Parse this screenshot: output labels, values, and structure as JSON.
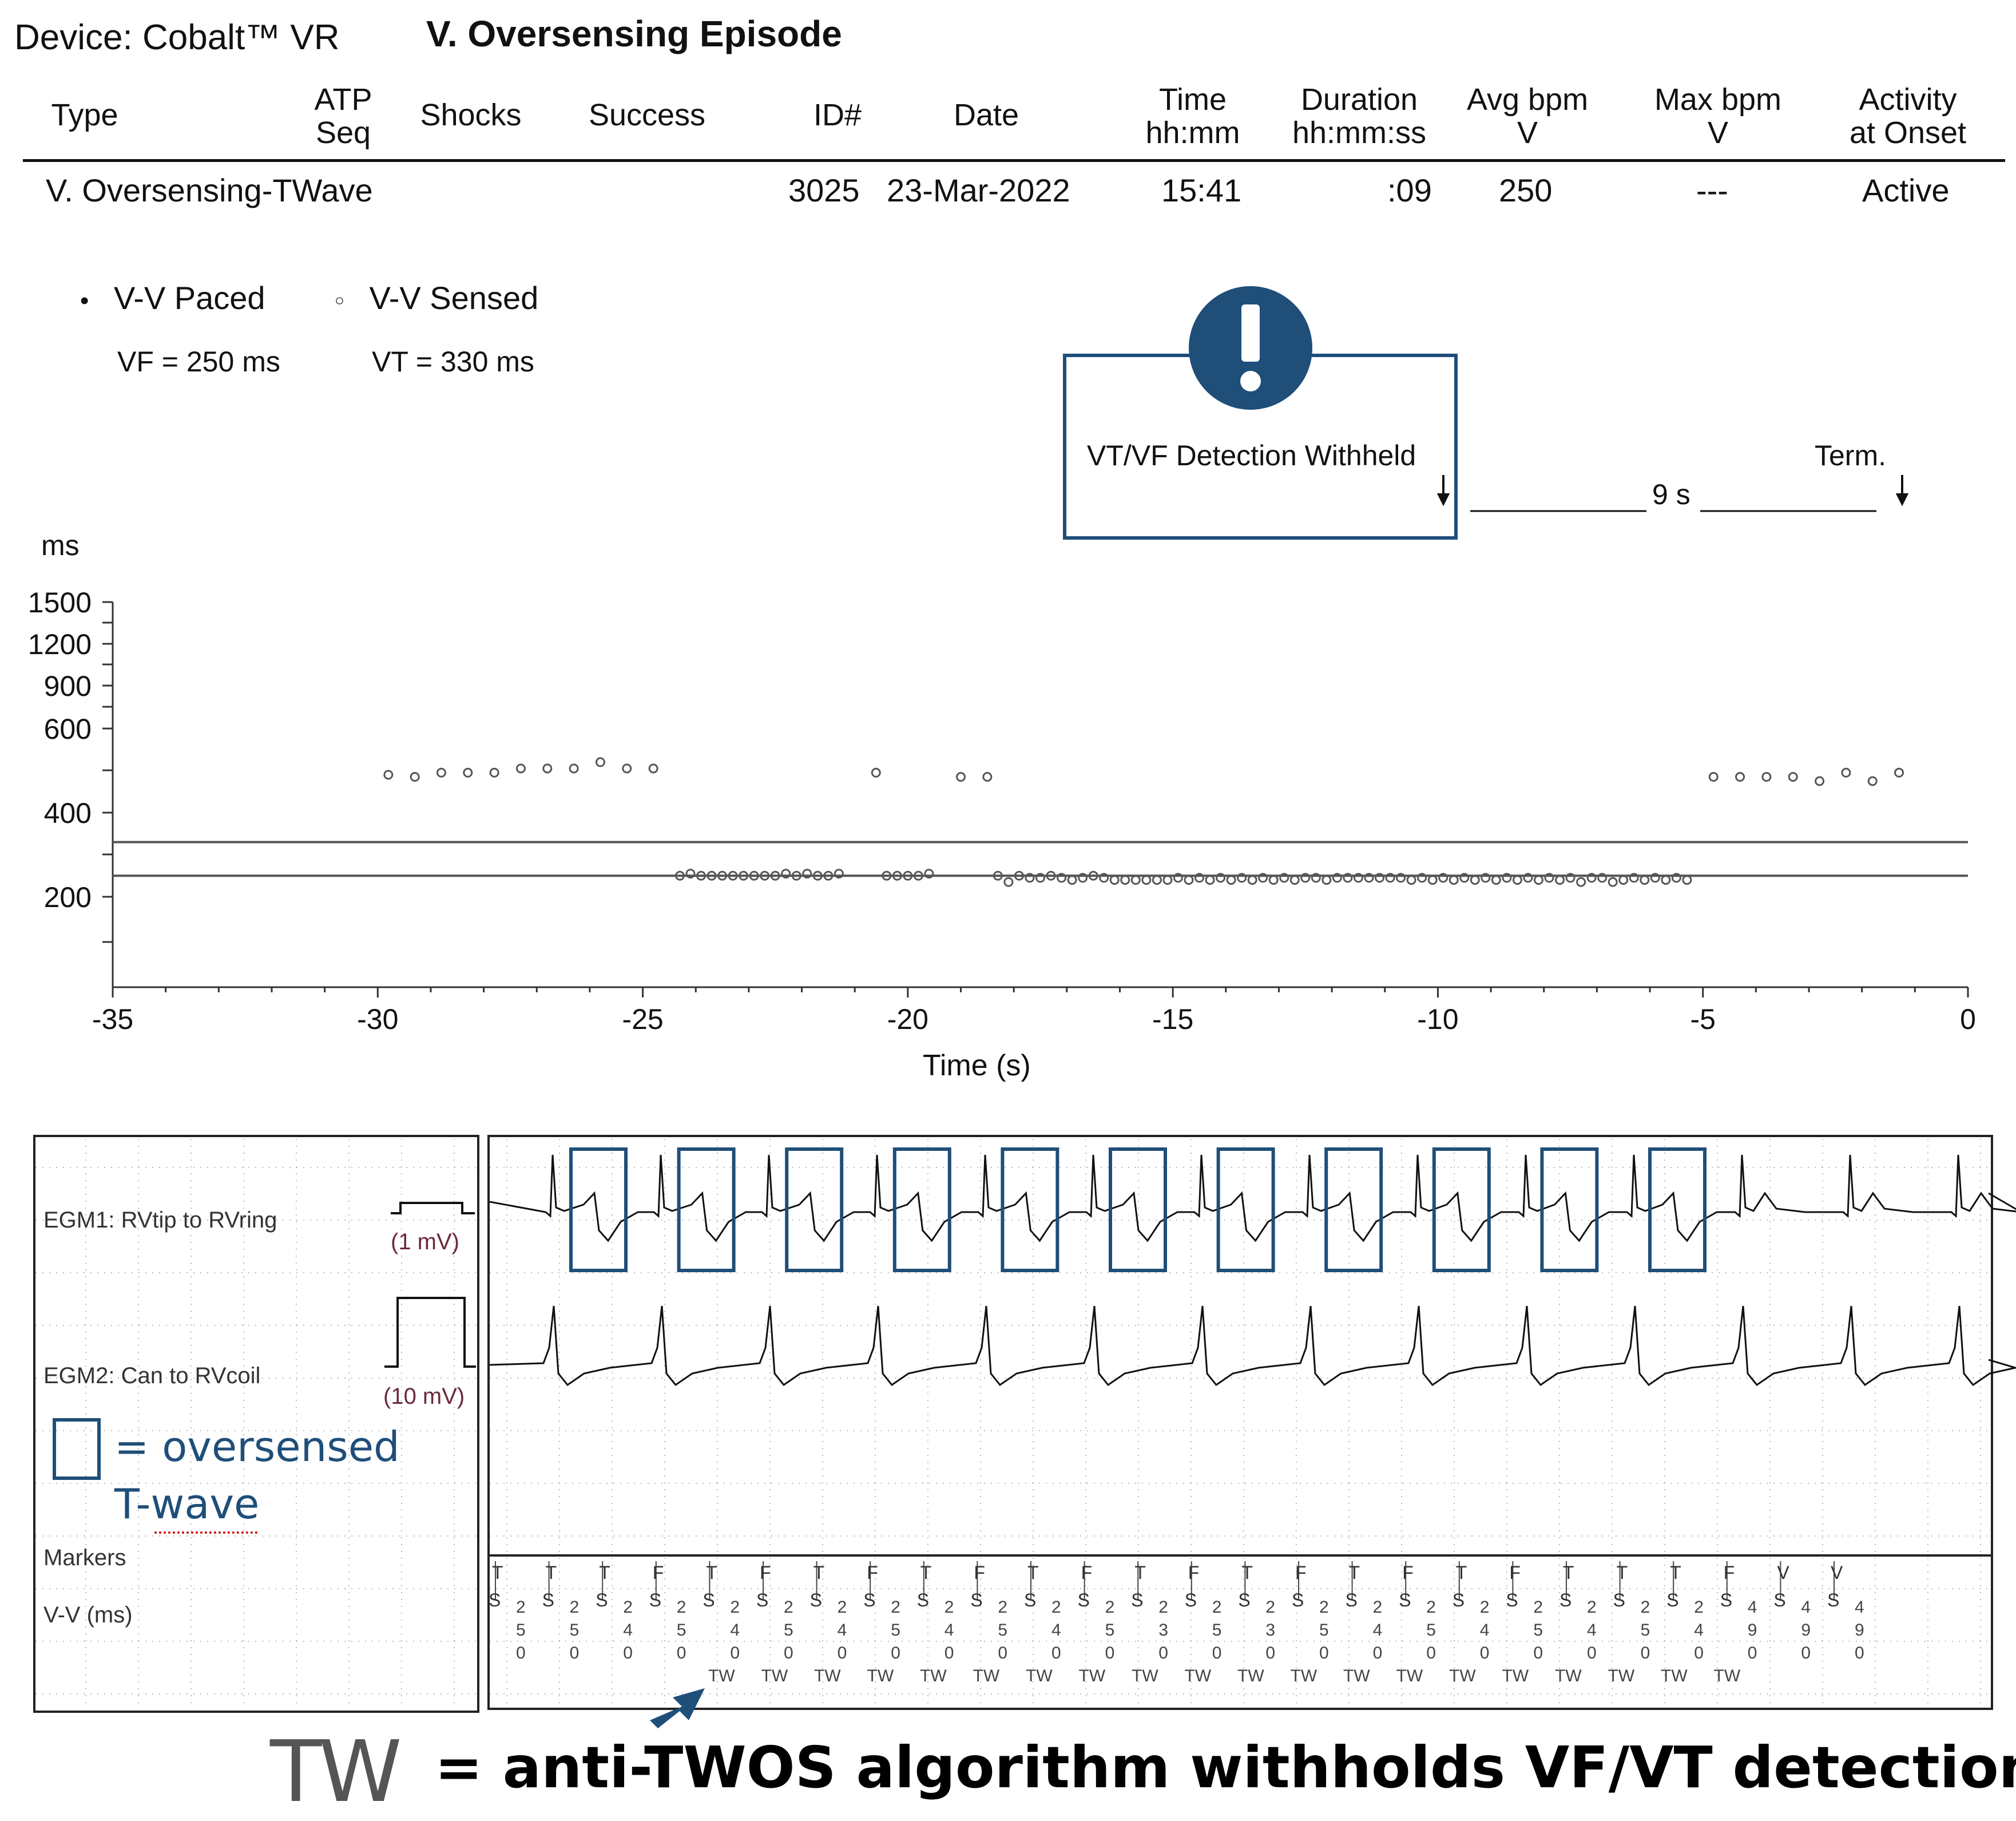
{
  "device": {
    "label": "Device: Cobalt™ VR"
  },
  "episode_title": "V. Oversensing Episode",
  "table": {
    "headers": [
      {
        "id": "type",
        "lines": [
          "Type"
        ]
      },
      {
        "id": "atp",
        "lines": [
          "ATP",
          "Seq"
        ]
      },
      {
        "id": "shocks",
        "lines": [
          "Shocks"
        ]
      },
      {
        "id": "success",
        "lines": [
          "Success"
        ]
      },
      {
        "id": "id",
        "lines": [
          "ID#"
        ]
      },
      {
        "id": "date",
        "lines": [
          "Date"
        ]
      },
      {
        "id": "time",
        "lines": [
          "Time",
          "hh:mm"
        ]
      },
      {
        "id": "duration",
        "lines": [
          "Duration",
          "hh:mm:ss"
        ]
      },
      {
        "id": "avg",
        "lines": [
          "Avg bpm",
          "V"
        ]
      },
      {
        "id": "max",
        "lines": [
          "Max bpm",
          "V"
        ]
      },
      {
        "id": "activity",
        "lines": [
          "Activity",
          "at Onset"
        ]
      }
    ],
    "row": {
      "type": "V. Oversensing-TWave",
      "atp": "",
      "shocks": "",
      "success": "",
      "id": "3025",
      "date": "23-Mar-2022",
      "time": "15:41",
      "duration": ":09",
      "avg": "250",
      "max": "---",
      "activity": "Active"
    }
  },
  "legend": {
    "paced": {
      "symbol": "•",
      "label": "V-V Paced"
    },
    "sensed": {
      "symbol": "○",
      "label": "V-V Sensed"
    },
    "vf": "VF = 250 ms",
    "vt": "VT = 330 ms"
  },
  "alert": {
    "icon": "exclamation-icon",
    "text": "VT/VF Detection Withheld",
    "duration": "9 s",
    "term": "Term.",
    "color": "#1f4e79"
  },
  "chart_data": {
    "type": "scatter",
    "ylabel": "ms",
    "xlabel": "Time (s)",
    "y_tick_labels": [
      "1500",
      "1200",
      "900",
      "600",
      "400",
      "200"
    ],
    "x_ticks": [
      -35,
      -30,
      -25,
      -20,
      -15,
      -10,
      -5,
      0
    ],
    "xlim": [
      -35,
      0
    ],
    "threshold_lines": [
      {
        "name": "VT",
        "value": 330
      },
      {
        "name": "VF",
        "value": 250
      }
    ],
    "series": [
      {
        "name": "V-V Sensed",
        "marker": "open-circle",
        "points": [
          [
            -29.8,
            490
          ],
          [
            -29.3,
            485
          ],
          [
            -28.8,
            495
          ],
          [
            -28.3,
            495
          ],
          [
            -27.8,
            495
          ],
          [
            -27.3,
            505
          ],
          [
            -26.8,
            505
          ],
          [
            -26.3,
            505
          ],
          [
            -25.8,
            520
          ],
          [
            -25.3,
            505
          ],
          [
            -24.8,
            505
          ],
          [
            -24.3,
            250
          ],
          [
            -24.1,
            255
          ],
          [
            -23.9,
            250
          ],
          [
            -23.7,
            250
          ],
          [
            -23.5,
            250
          ],
          [
            -23.3,
            250
          ],
          [
            -23.1,
            250
          ],
          [
            -22.9,
            250
          ],
          [
            -22.7,
            250
          ],
          [
            -22.5,
            250
          ],
          [
            -22.3,
            255
          ],
          [
            -22.1,
            250
          ],
          [
            -21.9,
            255
          ],
          [
            -21.7,
            250
          ],
          [
            -21.5,
            250
          ],
          [
            -21.3,
            255
          ],
          [
            -20.6,
            495
          ],
          [
            -20.4,
            250
          ],
          [
            -20.2,
            250
          ],
          [
            -20.0,
            250
          ],
          [
            -19.8,
            250
          ],
          [
            -19.6,
            255
          ],
          [
            -19.0,
            485
          ],
          [
            -18.5,
            485
          ],
          [
            -18.3,
            250
          ],
          [
            -18.1,
            235
          ],
          [
            -17.9,
            250
          ],
          [
            -17.7,
            245
          ],
          [
            -17.5,
            245
          ],
          [
            -17.3,
            250
          ],
          [
            -17.1,
            245
          ],
          [
            -16.9,
            240
          ],
          [
            -16.7,
            245
          ],
          [
            -16.5,
            250
          ],
          [
            -16.3,
            245
          ],
          [
            -16.1,
            240
          ],
          [
            -15.9,
            240
          ],
          [
            -15.7,
            240
          ],
          [
            -15.5,
            240
          ],
          [
            -15.3,
            240
          ],
          [
            -15.1,
            240
          ],
          [
            -14.9,
            245
          ],
          [
            -14.7,
            240
          ],
          [
            -14.5,
            245
          ],
          [
            -14.3,
            240
          ],
          [
            -14.1,
            245
          ],
          [
            -13.9,
            240
          ],
          [
            -13.7,
            245
          ],
          [
            -13.5,
            240
          ],
          [
            -13.3,
            245
          ],
          [
            -13.1,
            240
          ],
          [
            -12.9,
            245
          ],
          [
            -12.7,
            240
          ],
          [
            -12.5,
            245
          ],
          [
            -12.3,
            245
          ],
          [
            -12.1,
            240
          ],
          [
            -11.9,
            245
          ],
          [
            -11.7,
            245
          ],
          [
            -11.5,
            245
          ],
          [
            -11.3,
            245
          ],
          [
            -11.1,
            245
          ],
          [
            -10.9,
            245
          ],
          [
            -10.7,
            245
          ],
          [
            -10.5,
            240
          ],
          [
            -10.3,
            245
          ],
          [
            -10.1,
            240
          ],
          [
            -9.9,
            245
          ],
          [
            -9.7,
            240
          ],
          [
            -9.5,
            245
          ],
          [
            -9.3,
            240
          ],
          [
            -9.1,
            245
          ],
          [
            -8.9,
            240
          ],
          [
            -8.7,
            245
          ],
          [
            -8.5,
            240
          ],
          [
            -8.3,
            245
          ],
          [
            -8.1,
            240
          ],
          [
            -7.9,
            245
          ],
          [
            -7.7,
            240
          ],
          [
            -7.5,
            245
          ],
          [
            -7.3,
            235
          ],
          [
            -7.1,
            245
          ],
          [
            -6.9,
            245
          ],
          [
            -6.7,
            235
          ],
          [
            -6.5,
            240
          ],
          [
            -6.3,
            245
          ],
          [
            -6.1,
            240
          ],
          [
            -5.9,
            245
          ],
          [
            -5.7,
            240
          ],
          [
            -5.5,
            245
          ],
          [
            -5.3,
            240
          ],
          [
            -4.8,
            485
          ],
          [
            -4.3,
            485
          ],
          [
            -3.8,
            485
          ],
          [
            -3.3,
            485
          ],
          [
            -2.8,
            475
          ],
          [
            -2.3,
            495
          ],
          [
            -1.8,
            475
          ],
          [
            -1.3,
            495
          ]
        ]
      }
    ]
  },
  "egm": {
    "ch1_label": "EGM1: RVtip to RVring",
    "ch1_scale": "(1 mV)",
    "ch2_label": "EGM2: Can to RVcoil",
    "ch2_scale": "(10 mV)",
    "markers_label": "Markers",
    "vv_label": "V-V (ms)",
    "key_text": "= oversensed",
    "key_text2": "T-wave",
    "marker_columns": [
      {
        "m": [
          "T",
          "S"
        ],
        "v": [
          "2",
          "5",
          "0"
        ]
      },
      {
        "m": [
          "T",
          "S"
        ],
        "v": [
          "2",
          "5",
          "0"
        ]
      },
      {
        "m": [
          "T",
          "S"
        ],
        "v": [
          "2",
          "4",
          "0"
        ]
      },
      {
        "m": [
          "F",
          "S"
        ],
        "v": [
          "2",
          "5",
          "0"
        ]
      },
      {
        "m": [
          "T",
          "S"
        ],
        "v": [
          "2",
          "4",
          "0"
        ]
      },
      {
        "m": [
          "F",
          "S"
        ],
        "v": [
          "2",
          "5",
          "0"
        ]
      },
      {
        "m": [
          "T",
          "S"
        ],
        "v": [
          "2",
          "4",
          "0"
        ]
      },
      {
        "m": [
          "F",
          "S"
        ],
        "v": [
          "2",
          "5",
          "0"
        ]
      },
      {
        "m": [
          "T",
          "S"
        ],
        "v": [
          "2",
          "4",
          "0"
        ]
      },
      {
        "m": [
          "F",
          "S"
        ],
        "v": [
          "2",
          "5",
          "0"
        ]
      },
      {
        "m": [
          "T",
          "S"
        ],
        "v": [
          "2",
          "4",
          "0"
        ]
      },
      {
        "m": [
          "F",
          "S"
        ],
        "v": [
          "2",
          "5",
          "0"
        ]
      },
      {
        "m": [
          "T",
          "S"
        ],
        "v": [
          "2",
          "3",
          "0"
        ]
      },
      {
        "m": [
          "F",
          "S"
        ],
        "v": [
          "2",
          "5",
          "0"
        ]
      },
      {
        "m": [
          "T",
          "S"
        ],
        "v": [
          "2",
          "3",
          "0"
        ]
      },
      {
        "m": [
          "F",
          "S"
        ],
        "v": [
          "2",
          "5",
          "0"
        ]
      },
      {
        "m": [
          "T",
          "S"
        ],
        "v": [
          "2",
          "4",
          "0"
        ]
      },
      {
        "m": [
          "F",
          "S"
        ],
        "v": [
          "2",
          "5",
          "0"
        ]
      },
      {
        "m": [
          "T",
          "S"
        ],
        "v": [
          "2",
          "4",
          "0"
        ]
      },
      {
        "m": [
          "F",
          "S"
        ],
        "v": [
          "2",
          "5",
          "0"
        ]
      },
      {
        "m": [
          "T",
          "S"
        ],
        "v": [
          "2",
          "4",
          "0"
        ]
      },
      {
        "m": [
          "T",
          "S"
        ],
        "v": [
          "2",
          "5",
          "0"
        ]
      },
      {
        "m": [
          "T",
          "S"
        ],
        "v": [
          "2",
          "4",
          "0"
        ]
      },
      {
        "m": [
          "F",
          "S"
        ],
        "v": [
          "4",
          "9",
          "0"
        ]
      },
      {
        "m": [
          "V",
          "S"
        ],
        "v": [
          "4",
          "9",
          "0"
        ]
      },
      {
        "m": [
          "V",
          "S"
        ],
        "v": [
          "4",
          "9",
          "0"
        ]
      }
    ],
    "tw_label": "TW",
    "tw_count": 20
  },
  "bottom_note": {
    "tw": "TW",
    "text": "= anti-TWOS algorithm withholds VF/VT detection"
  }
}
